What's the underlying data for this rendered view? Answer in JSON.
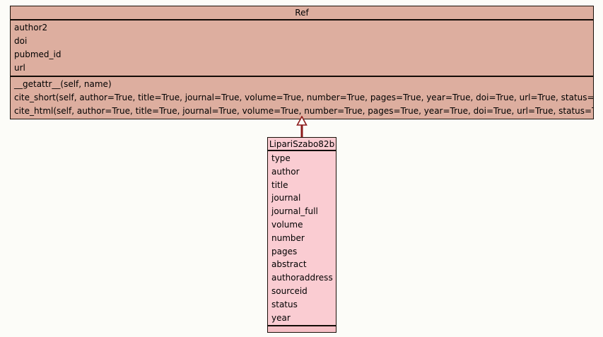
{
  "diagram": {
    "type": "uml-class-diagram",
    "background_color": "#FCFCF8",
    "classes": [
      {
        "id": "ref",
        "name": "Ref",
        "fill_color": "#DDAE9F",
        "border_color": "#1A1008",
        "attributes": [
          "author2",
          "doi",
          "pubmed_id",
          "url"
        ],
        "methods": [
          "__getattr__(self, name)",
          "cite_short(self, author=True, title=True, journal=True, volume=True, number=True, pages=True, year=True, doi=True, url=True, status=True)",
          "cite_html(self, author=True, title=True, journal=True, volume=True, number=True, pages=True, year=True, doi=True, url=True, status=True)"
        ]
      },
      {
        "id": "liparisszabo82b",
        "name": "LipariSzabo82b",
        "fill_color": "#FACCD2",
        "border_color": "#1A1008",
        "attributes": [
          "type",
          "author",
          "title",
          "journal",
          "journal_full",
          "volume",
          "number",
          "pages",
          "abstract",
          "authoraddress",
          "sourceid",
          "status",
          "year"
        ],
        "methods": []
      }
    ],
    "relationships": [
      {
        "id": "generalization-ref-liparisszabo82b",
        "kind": "generalization",
        "from": "LipariSzabo82b",
        "to": "Ref",
        "line_color": "#8B1A1A",
        "arrow_style": "hollow-triangle"
      }
    ]
  }
}
